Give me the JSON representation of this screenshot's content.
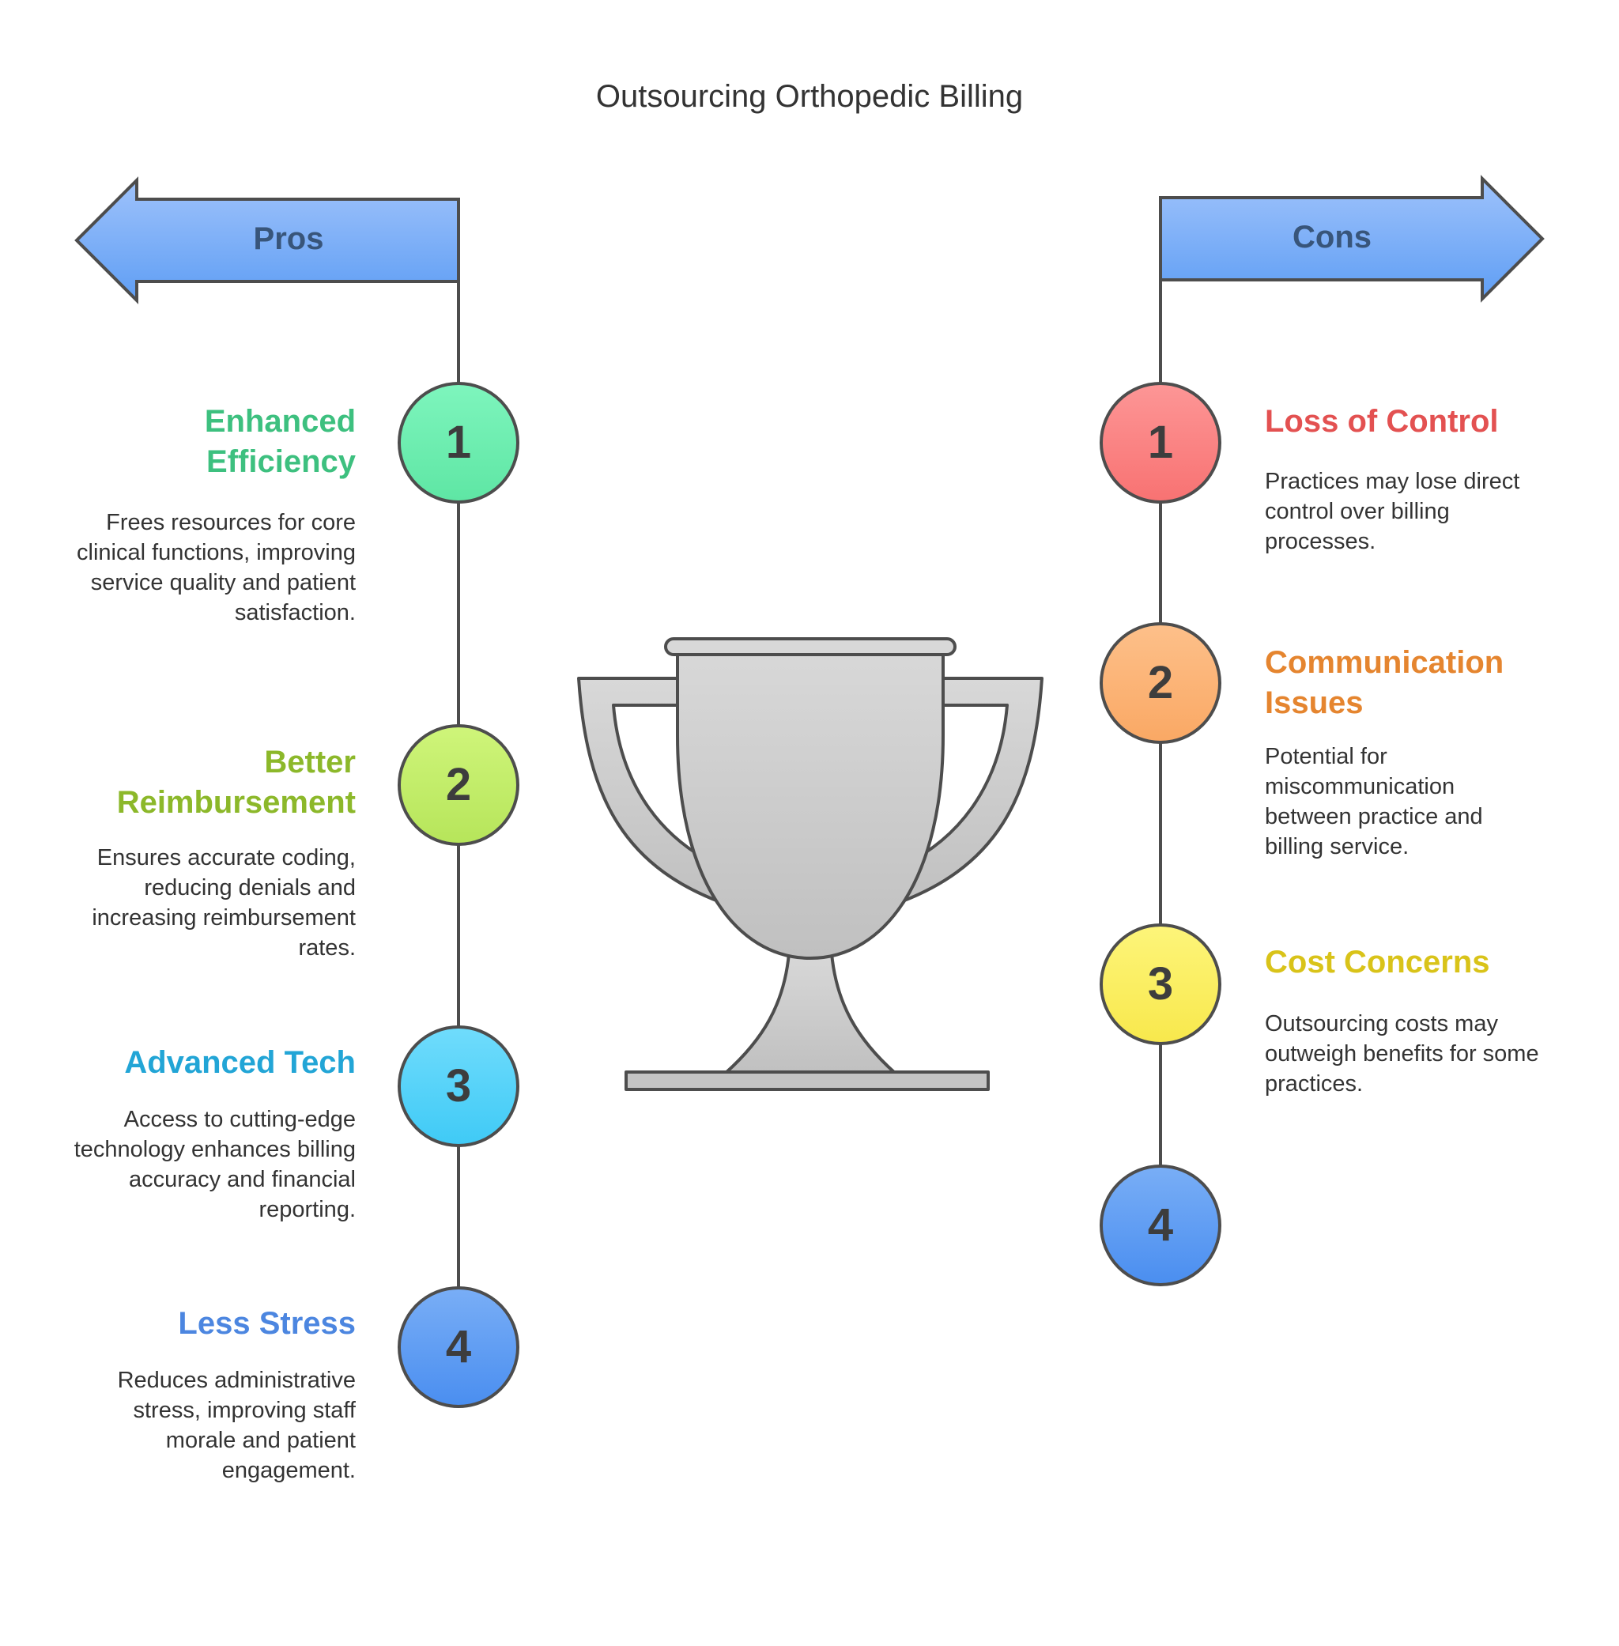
{
  "title": "Outsourcing Orthopedic Billing",
  "pros": {
    "label": "Pros",
    "items": [
      {
        "num": "1",
        "title": "Enhanced Efficiency",
        "desc": "Frees resources for core clinical functions, improving service quality and patient satisfaction.",
        "color": "#3dc07f",
        "fill": "#6ef0b2"
      },
      {
        "num": "2",
        "title": "Better Reimbursement",
        "desc": "Ensures accurate coding, reducing denials and increasing reimbursement rates.",
        "color": "#8cb82a",
        "fill": "#c3ee6a"
      },
      {
        "num": "3",
        "title": "Advanced Tech",
        "desc": "Access to cutting-edge technology enhances billing accuracy and financial reporting.",
        "color": "#22a5d6",
        "fill": "#5ad5fb"
      },
      {
        "num": "4",
        "title": "Less Stress",
        "desc": "Reduces administrative stress, improving staff morale and patient engagement.",
        "color": "#4c86e0",
        "fill": "#5f9ef4"
      }
    ]
  },
  "cons": {
    "label": "Cons",
    "items": [
      {
        "num": "1",
        "title": "Loss of Control",
        "desc": "Practices may lose direct control over billing processes.",
        "color": "#e35151",
        "fill": "#fb8282"
      },
      {
        "num": "2",
        "title": "Communication Issues",
        "desc": "Potential for miscommunication between practice and billing service.",
        "color": "#e5852f",
        "fill": "#fcb478"
      },
      {
        "num": "3",
        "title": "Cost Concerns",
        "desc": "Outsourcing costs may outweigh benefits for some practices.",
        "color": "#d9c319",
        "fill": "#fbf062"
      },
      {
        "num": "4",
        "title": "",
        "desc": "",
        "color": "#4c86e0",
        "fill": "#5f9ef4"
      }
    ]
  },
  "colors": {
    "line": "#4d4d4d",
    "arrow_top": "#9ec2fb",
    "arrow_bottom": "#5f9ef4",
    "trophy": "#cdcdcd"
  },
  "icon": "trophy-icon"
}
